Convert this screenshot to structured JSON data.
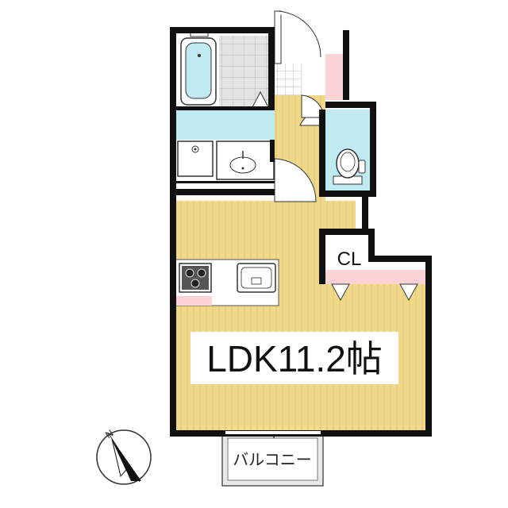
{
  "floorplan": {
    "rooms": {
      "ldk_label": "LDK11.2帖",
      "closet_label": "CL",
      "balcony_label": "バルコニー"
    },
    "compass": {
      "north_label": "N"
    },
    "colors": {
      "wall": "#111111",
      "floor_wood": "#f1d98c",
      "wood_stripe": "#e2c272",
      "wet_area": "#bfeaf2",
      "tile": "#e3e3e3",
      "pink_accent": "#f9d3d6",
      "balcony_gray": "#e8e8e8"
    },
    "icons": [
      "bathtub-icon",
      "washing-machine-pan-icon",
      "sink-icon",
      "toilet-icon",
      "stove-icon",
      "kitchen-sink-icon",
      "compass-icon"
    ]
  }
}
